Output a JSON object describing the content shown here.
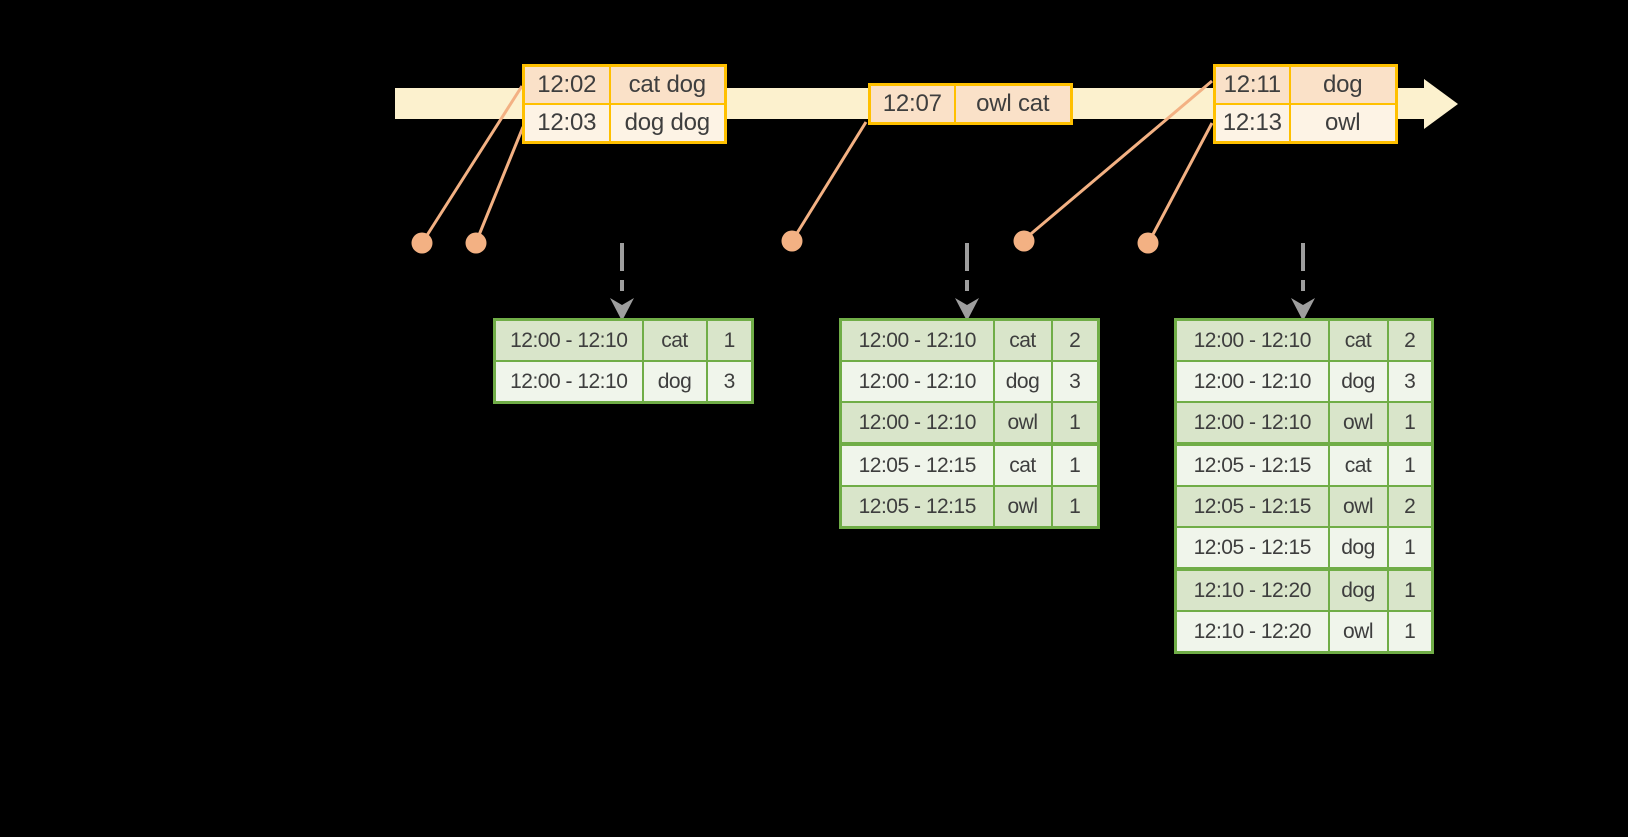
{
  "diagram_title": "windowed-word-count-timeline",
  "colors": {
    "background": "#000000",
    "timeline_band": "#FCF1CE",
    "event_border": "#FFC000",
    "event_row_dark": "#FAE1C8",
    "event_row_light": "#FDF3E5",
    "connector": "#F3B183",
    "dashed_arrow": "#9E9E9E",
    "result_border": "#70AD47",
    "result_row_dark": "#D9E5CA",
    "result_row_light": "#F0F5EB",
    "text": "#3E3E3E"
  },
  "events": [
    {
      "rows": [
        {
          "time": "12:02",
          "words": "cat dog"
        },
        {
          "time": "12:03",
          "words": "dog dog"
        }
      ]
    },
    {
      "rows": [
        {
          "time": "12:07",
          "words": "owl cat"
        }
      ]
    },
    {
      "rows": [
        {
          "time": "12:11",
          "words": "dog"
        },
        {
          "time": "12:13",
          "words": "owl"
        }
      ]
    }
  ],
  "results": [
    {
      "rows": [
        {
          "window": "12:00 - 12:10",
          "word": "cat",
          "count": "1"
        },
        {
          "window": "12:00 - 12:10",
          "word": "dog",
          "count": "3"
        }
      ]
    },
    {
      "rows": [
        {
          "window": "12:00 - 12:10",
          "word": "cat",
          "count": "2"
        },
        {
          "window": "12:00 - 12:10",
          "word": "dog",
          "count": "3"
        },
        {
          "window": "12:00 - 12:10",
          "word": "owl",
          "count": "1"
        },
        {
          "window": "12:05 - 12:15",
          "word": "cat",
          "count": "1"
        },
        {
          "window": "12:05 - 12:15",
          "word": "owl",
          "count": "1"
        }
      ]
    },
    {
      "rows": [
        {
          "window": "12:00 - 12:10",
          "word": "cat",
          "count": "2"
        },
        {
          "window": "12:00 - 12:10",
          "word": "dog",
          "count": "3"
        },
        {
          "window": "12:00 - 12:10",
          "word": "owl",
          "count": "1"
        },
        {
          "window": "12:05 - 12:15",
          "word": "cat",
          "count": "1"
        },
        {
          "window": "12:05 - 12:15",
          "word": "owl",
          "count": "2"
        },
        {
          "window": "12:05 - 12:15",
          "word": "dog",
          "count": "1"
        },
        {
          "window": "12:10 - 12:20",
          "word": "dog",
          "count": "1"
        },
        {
          "window": "12:10 - 12:20",
          "word": "owl",
          "count": "1"
        }
      ]
    }
  ]
}
